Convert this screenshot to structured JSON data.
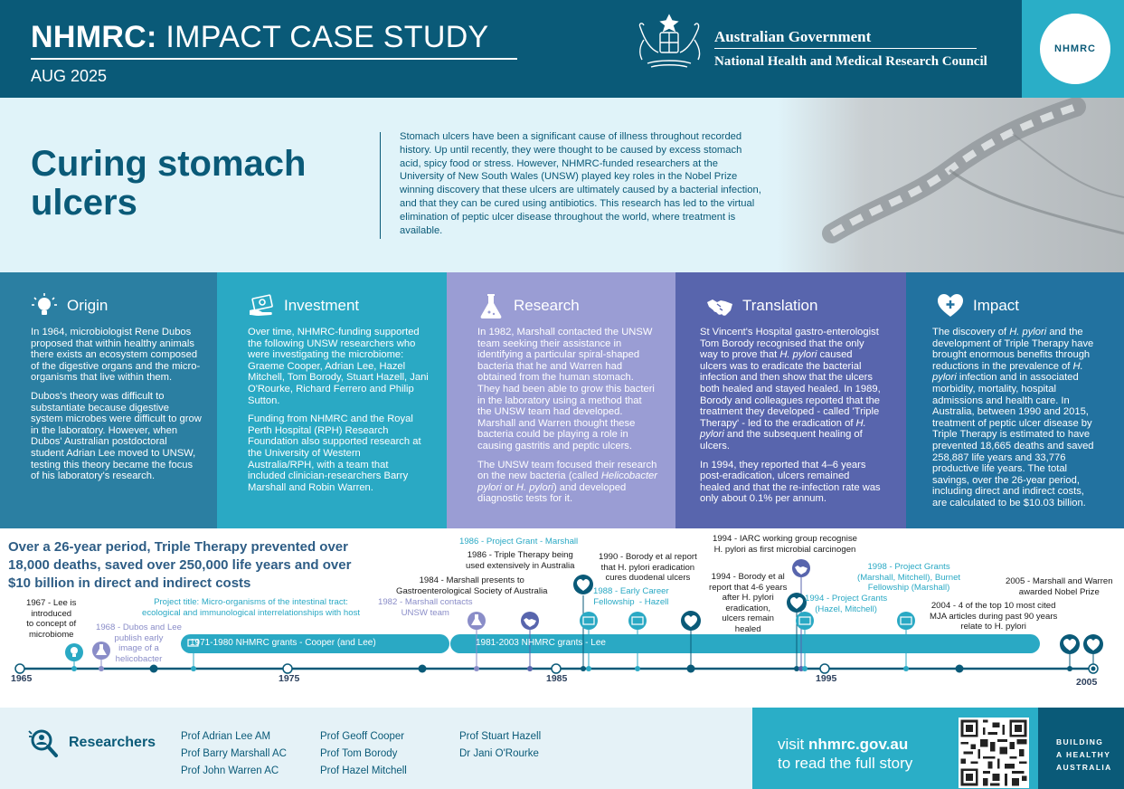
{
  "header": {
    "title_bold": "NHMRC:",
    "title_rest": " IMPACT CASE STUDY",
    "date": "AUG 2025",
    "gov_line1": "Australian Government",
    "gov_line2": "National Health and Medical Research Council",
    "logo": "NHMRC"
  },
  "hero": {
    "title": "Curing stomach ulcers",
    "intro": "Stomach ulcers have been a significant cause of illness throughout recorded history. Up until recently, they were thought to be caused by excess stomach acid, spicy food or stress. However, NHMRC-funded researchers at the University of New South Wales (UNSW) played key roles in the Nobel Prize winning discovery that these ulcers are ultimately caused by a bacterial infection, and that they can be cured using antibiotics. This research has led to the virtual elimination of peptic ulcer disease throughout the world, where treatment is available."
  },
  "columns": {
    "origin": {
      "title": "Origin",
      "icon": "lightbulb-icon",
      "p1": "In 1964, microbiologist Rene Dubos proposed that within healthy animals there exists an ecosystem composed of the digestive organs and the micro-organisms that live within them.",
      "p2": "Dubos's theory was difficult to substantiate because digestive system microbes were difficult to grow in the laboratory. However, when Dubos' Australian postdoctoral student Adrian Lee moved to UNSW, testing this theory became the focus of his laboratory's research."
    },
    "investment": {
      "title": "Investment",
      "icon": "money-hand-icon",
      "p1": "Over time, NHMRC-funding supported the following UNSW researchers who were investigating the microbiome: Graeme Cooper, Adrian Lee, Hazel Mitchell, Tom Borody, Stuart Hazell, Jani O'Rourke, Richard Ferrero and Philip Sutton.",
      "p2": "Funding from NHMRC and the Royal Perth Hospital (RPH) Research Foundation also supported research at the University of Western Australia/RPH, with a team that included clinician-researchers Barry Marshall and Robin Warren."
    },
    "research": {
      "title": "Research",
      "icon": "flask-icon",
      "p1": "In 1982, Marshall contacted the UNSW team seeking their assistance in identifying a particular spiral-shaped bacteria that he and Warren had obtained from the human stomach. They had been able to grow this bacteri in the laboratory using a method that the UNSW team had developed. Marshall and Warren thought these bacteria could be playing a role in causing gastritis and peptic ulcers.",
      "p2a": "The UNSW team focused their research on the new bacteria (called ",
      "p2b": "Helicobacter pylori",
      "p2c": " or ",
      "p2d": "H. pylori",
      "p2e": ") and developed diagnostic tests for it."
    },
    "translation": {
      "title": "Translation",
      "icon": "handshake-icon",
      "p1a": "St Vincent's Hospital gastro-enterologist Tom Borody recognised that the only way to prove that ",
      "p1b": "H. pylori",
      "p1c": " caused ulcers was to eradicate the bacterial infection and then show that the ulcers both healed and stayed healed. In 1989, Borody and colleagues reported that the treatment they developed - called 'Triple Therapy' - led to the eradication of ",
      "p1d": "H. pylori",
      "p1e": " and the subsequent healing of ulcers.",
      "p2": "In 1994, they reported that 4–6 years post-eradication, ulcers remained healed and that the re-infection rate was only about 0.1% per annum."
    },
    "impact": {
      "title": "Impact",
      "icon": "heart-plus-icon",
      "p1a": "The discovery of ",
      "p1b": "H. pylori",
      "p1c": " and the development of Triple Therapy have brought enormous benefits through reductions in the prevalence of ",
      "p1d": "H. pylori",
      "p1e": " infection and in associated morbidity, mortality, hospital admissions and health care. In Australia, between 1990 and 2015, treatment of peptic ulcer disease by Triple Therapy is estimated to have prevented 18,665 deaths and saved 258,887 life years and 33,776 productive life years. The total savings, over the 26-year period, including direct and indirect costs, are calculated to be $10.03 billion."
    }
  },
  "timeline": {
    "headline": "Over a 26-year period, Triple Therapy prevented over 18,000 deaths, saved over 250,000 life years and over $10 billion in direct and indirect costs",
    "years": [
      "1965",
      "1975",
      "1985",
      "1995",
      "2005"
    ],
    "grant1": "1971-1980 NHMRC grants  - Cooper (and Lee)",
    "grant2": "1981-2003 NHMRC grants  - Lee",
    "ev1967": "1967 - Lee is\nintroduced\nto concept of\nmicrobiome",
    "ev1968": "1968 - Dubos and Lee\npublish early\nimage of a\nhelicobacter",
    "evProject": "Project title: Micro-organisms of the intestinal tract:\necological and immunological interrelationships with host",
    "ev1982": "1982 - Marshall contacts\nUNSW team",
    "ev1984": "1984 - Marshall presents to\nGastroenterological Society of Australia",
    "ev1986a": "1986 - Project Grant - Marshall",
    "ev1986b": "1986 - Triple Therapy being\nused extensively in Australia",
    "ev1988": "1988 - Early Career\nFellowship  - Hazell",
    "ev1990": "1990 - Borody et al report\nthat H. pylori eradication\ncures duodenal ulcers",
    "ev1994a": "1994 - IARC working group recognise\nH. pylori as first microbial carcinogen",
    "ev1994b": "1994 - Borody et al\nreport that 4-6 years\nafter H. pylori\neradication,\nulcers remain\nhealed",
    "ev1994c": "1994 - Project Grants\n(Hazel, Mitchell)",
    "ev1998": "1998 - Project Grants\n(Marshall, Mitchell), Burnet\nFellowship (Marshall)",
    "ev2004": "2004 - 4 of the top 10 most cited\nMJA articles during past 90 years\nrelate to H. pylori",
    "ev2005": "2005 - Marshall and Warren\nawarded Nobel Prize"
  },
  "researchers": {
    "title": "Researchers",
    "col1": [
      "Prof Adrian Lee AM",
      "Prof Barry Marshall AC",
      "Prof John Warren AC"
    ],
    "col2": [
      "Prof Geoff Cooper",
      "Prof Tom Borody",
      "Prof Hazel Mitchell"
    ],
    "col3": [
      "Prof Stuart Hazell",
      "Dr Jani O'Rourke"
    ]
  },
  "visit": {
    "line1a": "visit ",
    "line1b": "nhmrc.gov.au",
    "line2": "to read the full story"
  },
  "building": [
    "BUILDING",
    "A HEALTHY",
    "AUSTRALIA"
  ],
  "colors": {
    "navy": "#0a5a78",
    "teal": "#2aa9c4",
    "lavender": "#9a9dd4",
    "indigo": "#5865ad",
    "blue": "#2272a0"
  }
}
